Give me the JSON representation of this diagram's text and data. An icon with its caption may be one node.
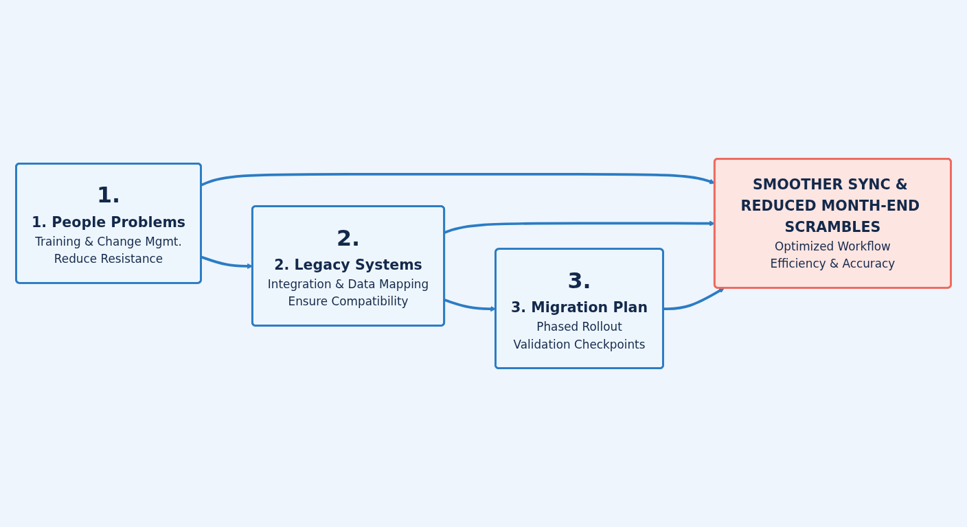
{
  "diagram": {
    "nodes": [
      {
        "text": [
          "1.",
          "1. People Problems",
          "Training & Change Mgmt.",
          "Reduce Resistance"
        ]
      },
      {
        "text": [
          "2.",
          "2. Legacy Systems",
          "Integration & Data Mapping",
          "Ensure Compatibility"
        ]
      },
      {
        "text": [
          "3.",
          "3. Migration Plan",
          "Phased Rollout",
          "Validation Checkpoints"
        ]
      },
      {
        "text": [
          "SMOOTHER SYNC & REDUCED MONTH-END SCRAMBLES",
          "Optimized Workflow",
          "Efficiency & Accuracy"
        ]
      }
    ],
    "edges": [
      {
        "from": 0,
        "to": 1,
        "arrow": "to"
      },
      {
        "from": 1,
        "to": 2,
        "arrow": "to"
      },
      {
        "from": 0,
        "to": 3,
        "arrow": "to"
      },
      {
        "from": 1,
        "to": 3,
        "arrow": "to"
      },
      {
        "from": 2,
        "to": 3,
        "arrow": "to"
      }
    ]
  }
}
